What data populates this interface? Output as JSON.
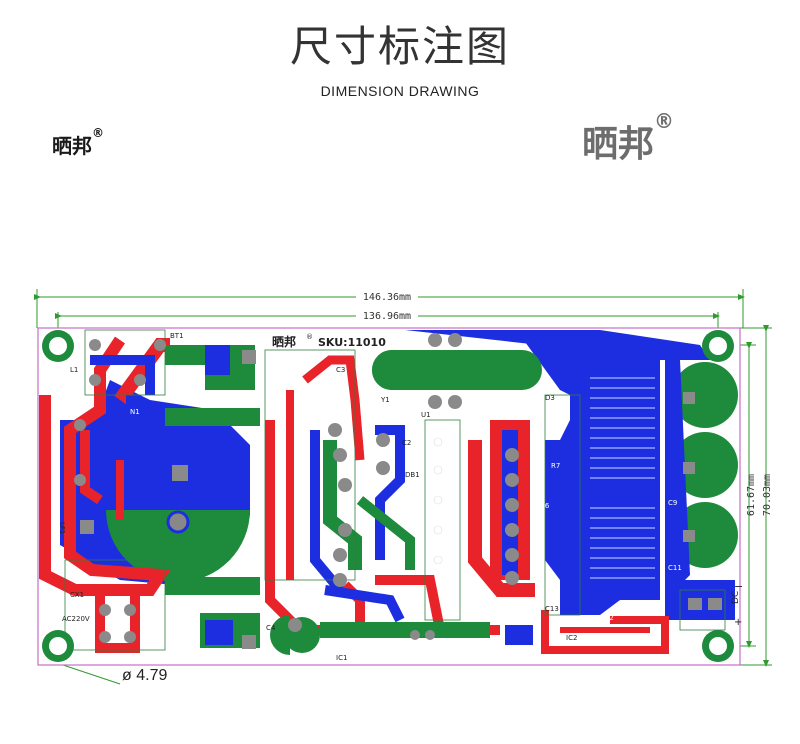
{
  "header": {
    "title": "尺寸标注图",
    "subtitle": "DIMENSION DRAWING"
  },
  "brand": {
    "left": "晒邦",
    "right": "晒邦",
    "registered_mark": "®"
  },
  "board": {
    "silk_brand": "晒邦",
    "sku": "SKU:11010",
    "labels": {
      "bt1": "BT1",
      "l1": "L1",
      "n1": "N1",
      "lf1": "LF1",
      "cx1": "CX1",
      "ac": "AC220V",
      "c3": "C3",
      "y1": "Y1",
      "u1": "U1",
      "r24": "R24",
      "c2": "C2",
      "db1": "DB1",
      "c4": "C4",
      "ic1": "IC1",
      "d3": "D3",
      "r7": "R7",
      "c6": "C6",
      "c9": "C9",
      "c11": "C11",
      "c12": "C12",
      "c13": "C13",
      "ic2": "IC2",
      "dc_plus": "+",
      "dc_label": "DC",
      "dc_minus": "−"
    }
  },
  "dimensions": {
    "overall_width": "146.36mm",
    "hole_spacing_width": "136.96mm",
    "hole_spacing_height": "61.67mm",
    "overall_height": "70.03mm",
    "hole_diameter": "ø 4.79"
  },
  "colors": {
    "red_trace": "#e8232a",
    "blue_trace": "#1c2ee0",
    "green_copper": "#1e8a3c",
    "silkscreen": "#f0f0f0",
    "board_outline": "#c86fc8",
    "dim_line": "#2f9a2f",
    "pad": "#8a8a8a"
  }
}
